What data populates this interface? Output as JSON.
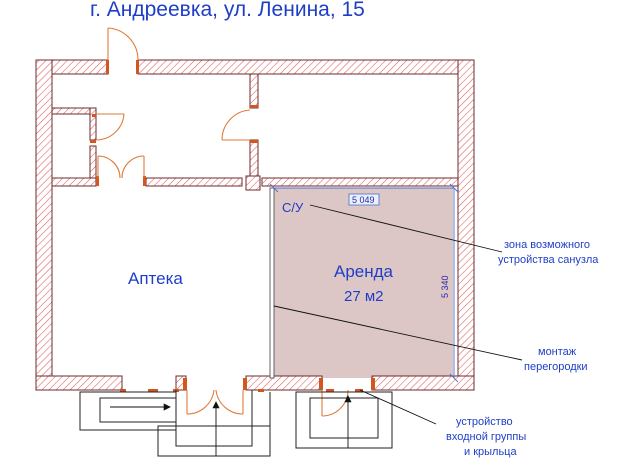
{
  "title": "г. Андреевка, ул. Ленина, 15",
  "rooms": {
    "pharmacy": "Аптека",
    "rent_name": "Аренда",
    "rent_area": "27 м2",
    "wc": "С/У"
  },
  "dimensions": {
    "width": "5 049",
    "height": "5 340"
  },
  "notes": {
    "wc_zone_1": "зона возможного",
    "wc_zone_2": "устройства санузла",
    "partition_1": "монтаж",
    "partition_2": "перегородки",
    "entrance_1": "устройство",
    "entrance_2": "входной группы",
    "entrance_3": "и крыльца"
  },
  "colors": {
    "text": "#1f3ec7",
    "wall_hatch": "#d9534f",
    "rent_fill": "#dcc6c6",
    "door": "#e07b39"
  }
}
